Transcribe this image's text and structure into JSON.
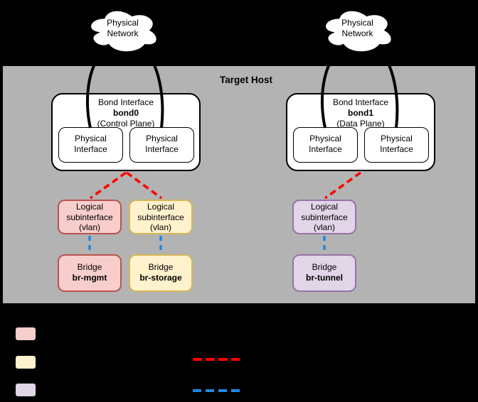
{
  "diagram": {
    "clouds": {
      "left": {
        "lines": [
          "Physical",
          "Network"
        ]
      },
      "right": {
        "lines": [
          "Physical",
          "Network"
        ]
      }
    },
    "host": {
      "label": "Target Host"
    },
    "bonds": {
      "bond0": {
        "title": "Bond Interface",
        "name": "bond0",
        "plane": "(Control Plane)",
        "nic1": {
          "lines": [
            "Physical",
            "Interface"
          ]
        },
        "nic2": {
          "lines": [
            "Physical",
            "Interface"
          ]
        }
      },
      "bond1": {
        "title": "Bond Interface",
        "name": "bond1",
        "plane": "(Data Plane)",
        "nic1": {
          "lines": [
            "Physical",
            "Interface"
          ]
        },
        "nic2": {
          "lines": [
            "Physical",
            "Interface"
          ]
        }
      }
    },
    "subinterfaces": {
      "mgmt": {
        "lines": [
          "Logical",
          "subinterface",
          "(vlan)"
        ]
      },
      "storage": {
        "lines": [
          "Logical",
          "subinterface",
          "(vlan)"
        ]
      },
      "tunnel": {
        "lines": [
          "Logical",
          "subinterface",
          "(vlan)"
        ]
      }
    },
    "bridges": {
      "mgmt": {
        "label": "Bridge",
        "name": "br-mgmt"
      },
      "storage": {
        "label": "Bridge",
        "name": "br-storage"
      },
      "tunnel": {
        "label": "Bridge",
        "name": "br-tunnel"
      }
    },
    "colors": {
      "canvas_bg": "#000000",
      "host_bg": "#b3b3b3",
      "node_bg": "#ffffff",
      "stroke": "#000000",
      "mgmt_fill": "#f8cecc",
      "mgmt_border": "#b85450",
      "storage_fill": "#fff2cc",
      "storage_border": "#d6b656",
      "tunnel_fill": "#e1d5e7",
      "tunnel_border": "#9673a6",
      "bond_link": "#ff0000",
      "vlan_link": "#1e88e5"
    }
  }
}
